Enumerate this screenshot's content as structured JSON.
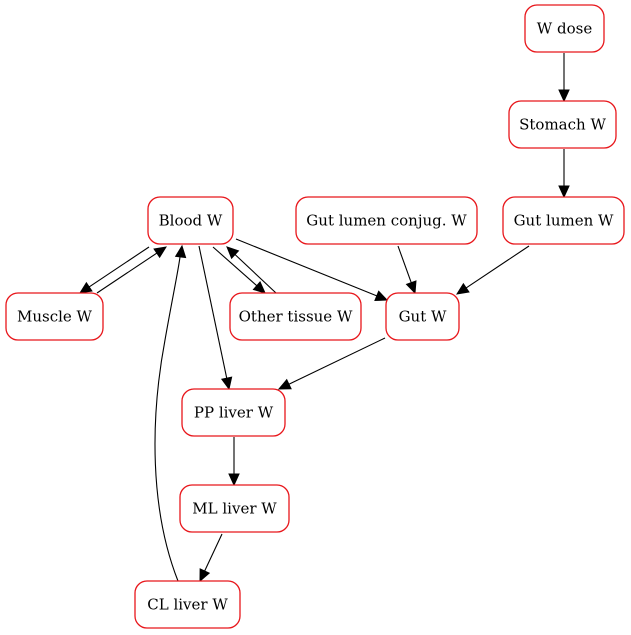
{
  "diagram": {
    "nodes": [
      {
        "id": "w_dose",
        "label": "W dose"
      },
      {
        "id": "stomach",
        "label": "Stomach W"
      },
      {
        "id": "gut_lumen",
        "label": "Gut lumen W"
      },
      {
        "id": "gut_lumen_conj",
        "label": "Gut lumen conjug. W"
      },
      {
        "id": "blood",
        "label": "Blood W"
      },
      {
        "id": "muscle",
        "label": "Muscle W"
      },
      {
        "id": "other_tissue",
        "label": "Other tissue W"
      },
      {
        "id": "gut",
        "label": "Gut W"
      },
      {
        "id": "pp_liver",
        "label": "PP liver W"
      },
      {
        "id": "ml_liver",
        "label": "ML liver W"
      },
      {
        "id": "cl_liver",
        "label": "CL liver W"
      }
    ],
    "edges": [
      {
        "from": "w_dose",
        "to": "stomach"
      },
      {
        "from": "stomach",
        "to": "gut_lumen"
      },
      {
        "from": "gut_lumen",
        "to": "gut"
      },
      {
        "from": "gut_lumen_conj",
        "to": "gut"
      },
      {
        "from": "blood",
        "to": "muscle"
      },
      {
        "from": "muscle",
        "to": "blood"
      },
      {
        "from": "blood",
        "to": "other_tissue"
      },
      {
        "from": "other_tissue",
        "to": "blood"
      },
      {
        "from": "blood",
        "to": "gut"
      },
      {
        "from": "blood",
        "to": "pp_liver"
      },
      {
        "from": "gut",
        "to": "pp_liver"
      },
      {
        "from": "pp_liver",
        "to": "ml_liver"
      },
      {
        "from": "ml_liver",
        "to": "cl_liver"
      },
      {
        "from": "cl_liver",
        "to": "blood"
      }
    ],
    "colors": {
      "node_border": "#e8161b",
      "edge": "#000000",
      "background": "#ffffff"
    }
  }
}
